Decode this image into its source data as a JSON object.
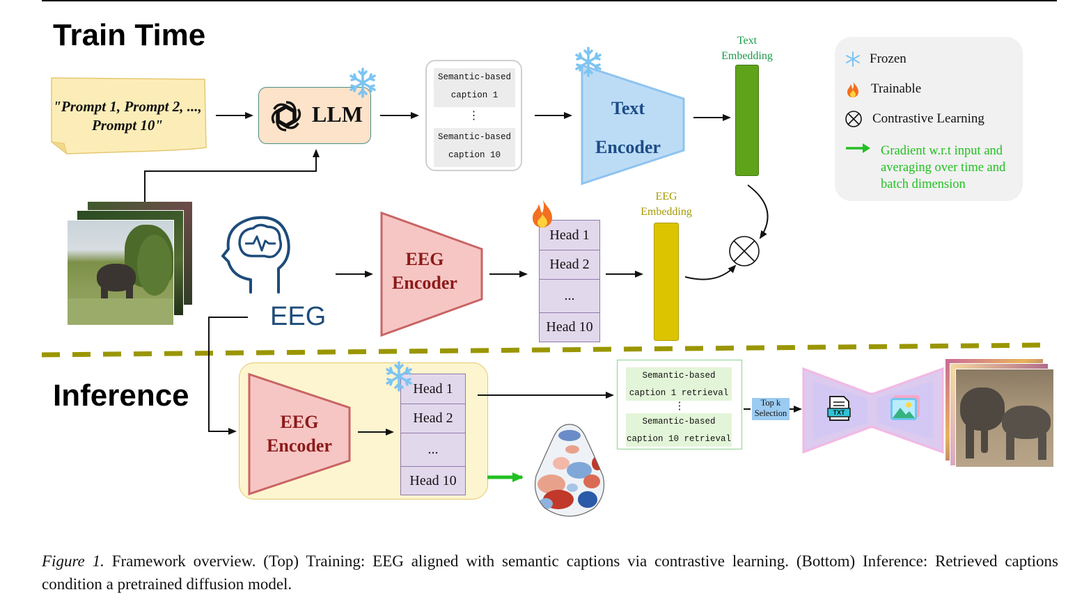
{
  "train": {
    "title": "Train Time",
    "prompt": [
      "\"Prompt 1, Prompt 2, ...,",
      "Prompt 10\""
    ],
    "llm_label": "LLM",
    "captions": [
      "Semantic-based",
      "caption 1",
      "⋮",
      "Semantic-based",
      "caption 10"
    ],
    "text_encoder": [
      "Text",
      "Encoder"
    ],
    "text_embedding": [
      "Text",
      "Embedding"
    ],
    "eeg_label": "EEG",
    "eeg_encoder": [
      "EEG",
      "Encoder"
    ],
    "heads": [
      "Head 1",
      "Head 2",
      "...",
      "Head 10"
    ],
    "eeg_embedding": [
      "EEG",
      "Embedding"
    ]
  },
  "legend": {
    "frozen": "Frozen",
    "trainable": "Trainable",
    "contrastive": "Contrastive Learning",
    "gradient": [
      "Gradient w.r.t input and",
      "averaging over time and",
      "batch dimension"
    ]
  },
  "inference": {
    "title": "Inference",
    "eeg_encoder": [
      "EEG",
      "Encoder"
    ],
    "heads": [
      "Head 1",
      "Head 2",
      "...",
      "Head 10"
    ],
    "retrieval": [
      "Semantic-based",
      "caption 1 retrieval",
      "⋮",
      "Semantic-based",
      "caption 10 retrieval"
    ],
    "topk": [
      "Top k",
      "Selection"
    ],
    "txt_icon": "TXT"
  },
  "caption": {
    "label": "Figure 1.",
    "text": " Framework overview.  (Top) Training: EEG aligned with semantic captions via contrastive learning.  (Bottom) Inference: Retrieved captions condition a pretrained diffusion model."
  },
  "colors": {
    "text_encoder_fill": "#bcdcf6",
    "text_embedding": "#5fa31a",
    "eeg_encoder_fill": "#f6c6c4",
    "eeg_encoder_text": "#8b1a1a",
    "head_fill": "#e2d8ec",
    "eeg_embedding": "#ddc400",
    "legend_bg": "#f1f1f1",
    "gradient_green": "#22c022",
    "embedding_label_green": "#1a9a4a",
    "embedding_label_olive": "#a69a00",
    "inference_panel": "#fdf5cf",
    "dashed_divider": "#9a9600"
  },
  "icons": [
    "snowflake-icon",
    "fire-icon",
    "openai-logo-icon",
    "brain-head-icon",
    "otimes-icon",
    "document-txt-icon",
    "picture-icon"
  ]
}
